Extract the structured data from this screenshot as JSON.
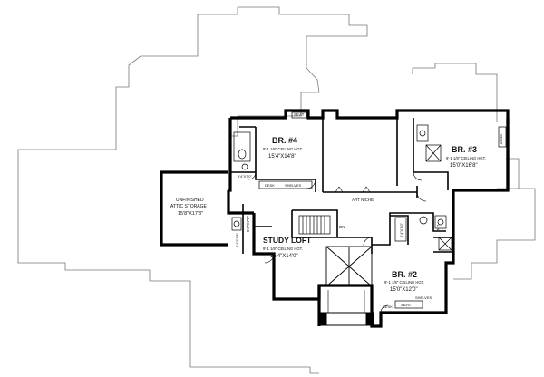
{
  "rooms": {
    "br4": {
      "name": "BR. #4",
      "ceiling": "9'-1 1/8\" CEILING HGT.",
      "dims": "15'4\"X14'8\""
    },
    "br3": {
      "name": "BR. #3",
      "ceiling": "9'-1 1/8\" CEILING HGT.",
      "dims": "15'0\"X16'8\""
    },
    "br2": {
      "name": "BR. #2",
      "ceiling": "9'-1 1/8\" CEILING HGT.",
      "dims": "15'0\"X12'0\""
    },
    "study": {
      "name": "STUDY LOFT",
      "ceiling": "9'-1 1/8\" CEILING HGT.",
      "dims": "15'4\"X14'0\""
    },
    "attic": {
      "line1": "UNFINISHED",
      "line2": "ATTIC STORAGE",
      "dims": "15'8\"X17'8\""
    }
  },
  "labels": {
    "seat_top": "SEAT",
    "seat_right": "SEAT",
    "seat_bottom": "SEAT",
    "desk_top": "DESK",
    "shelves_top": "SHELVES",
    "desk_bottom": "DESK",
    "shelves_bottom": "SHELVES",
    "art_niche": "ART NICHE",
    "dn": "DN",
    "lin": "LIN.",
    "wic_left": "5'4\"X7'8\"",
    "wic_br4": "5'4\"X7'0\"",
    "wic_br2": "5'4\"X7'0\"",
    "wic_study": "5'4\"X7'8\""
  }
}
